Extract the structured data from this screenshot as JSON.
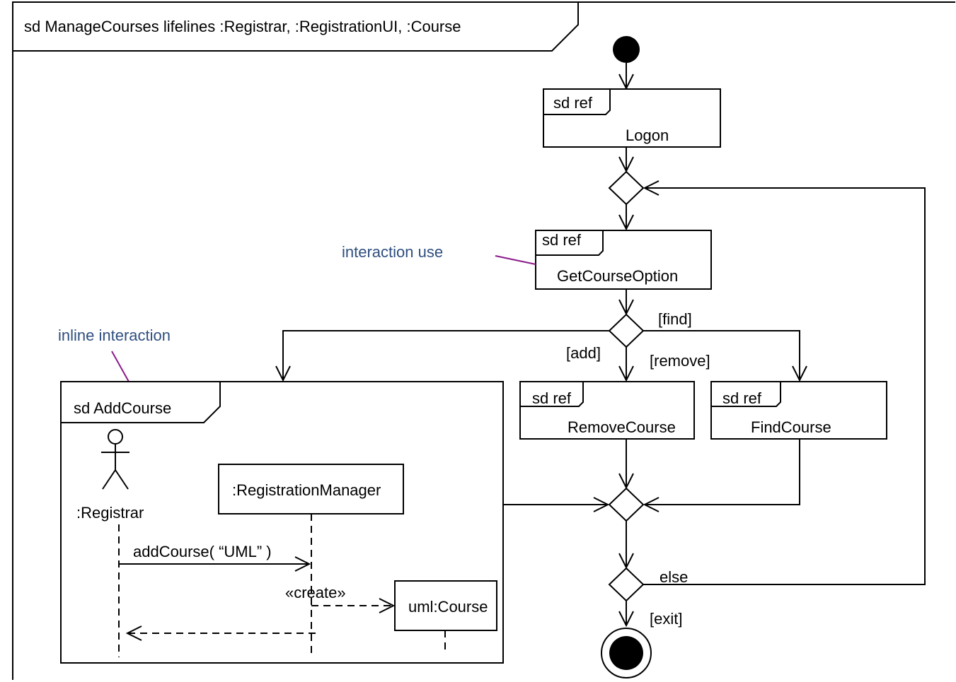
{
  "frame": {
    "title": "sd ManageCourses lifelines :Registrar, :RegistrationUI, :Course"
  },
  "refs": {
    "logon": {
      "tag": "sd ref",
      "name": "Logon"
    },
    "get_course_option": {
      "tag": "sd ref",
      "name": "GetCourseOption"
    },
    "remove_course": {
      "tag": "sd ref",
      "name": "RemoveCourse"
    },
    "find_course": {
      "tag": "sd ref",
      "name": "FindCourse"
    }
  },
  "guards": {
    "find": "[find]",
    "add": "[add]",
    "remove": "[remove]",
    "else": "else",
    "exit": "[exit]"
  },
  "notes": {
    "interaction_use": "interaction use",
    "inline_interaction": "inline interaction"
  },
  "inline": {
    "title": "sd AddCourse",
    "actor": ":Registrar",
    "manager": ":RegistrationManager",
    "course": "uml:Course",
    "msg_add": "addCourse( “UML” )",
    "msg_create": "«create»"
  }
}
